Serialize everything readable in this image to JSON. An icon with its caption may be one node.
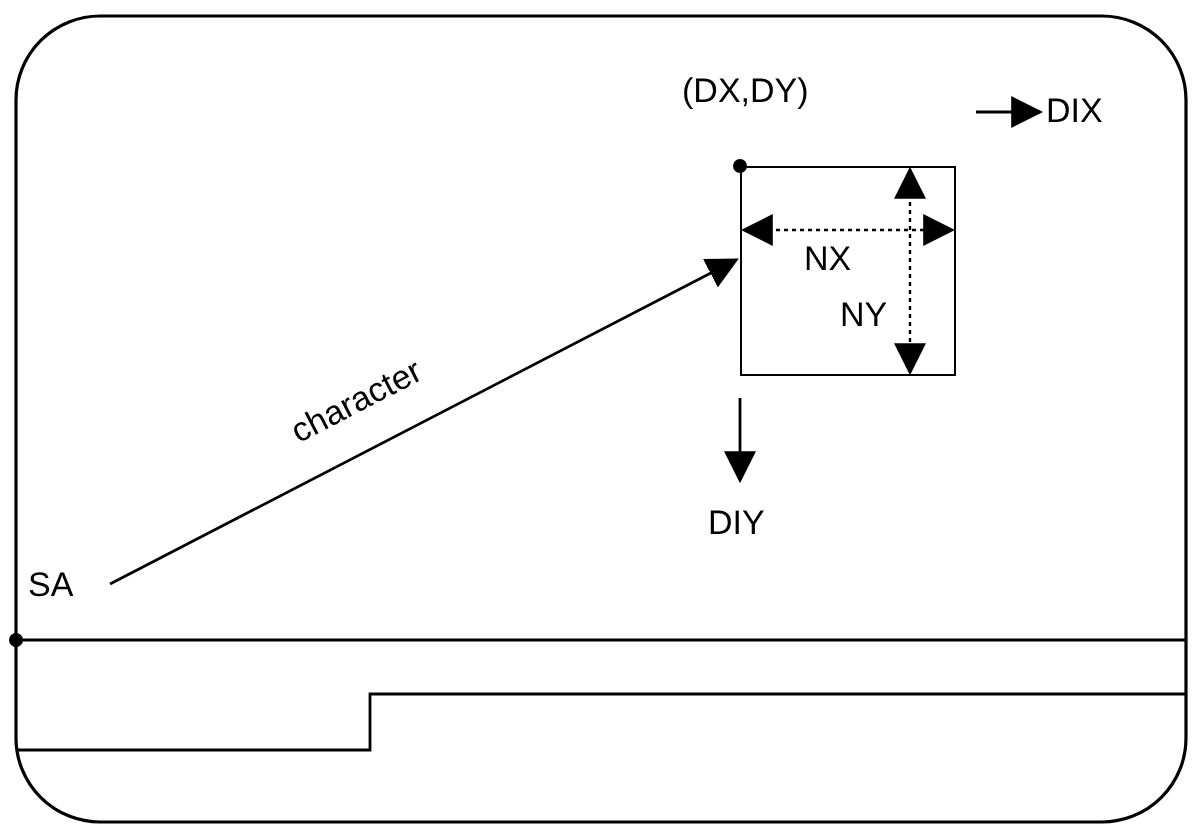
{
  "diagram": {
    "nodes": [
      {
        "text": [
          "SA"
        ]
      },
      {
        "text": [
          "(DX,DY)"
        ]
      }
    ],
    "edges": [
      {
        "from": 0,
        "to": 1,
        "arrow": "to",
        "label": "character"
      }
    ],
    "labels": [
      "NX",
      "NY",
      "DIX",
      "DIY"
    ]
  }
}
